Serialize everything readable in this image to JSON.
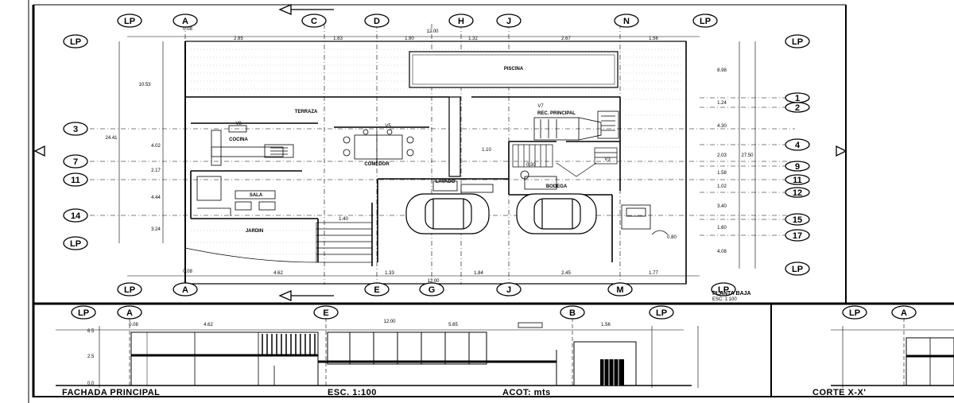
{
  "plan": {
    "grid_top": [
      "LP",
      "A",
      "C",
      "D",
      "H",
      "J",
      "N",
      "LP"
    ],
    "grid_bottom": [
      "LP",
      "A",
      "E",
      "G",
      "J",
      "M",
      "LP"
    ],
    "grid_left": [
      "LP",
      "3",
      "7",
      "11",
      "14",
      "LP"
    ],
    "grid_right": [
      "LP",
      "1",
      "2",
      "4",
      "9",
      "11",
      "12",
      "15",
      "17",
      "LP"
    ],
    "dims_top": [
      "0.08",
      "12.00",
      "2.85",
      "1.83",
      "1.90",
      "1.32",
      "2.67",
      "1.56"
    ],
    "dims_bottom": [
      "0.08",
      "4.62",
      "1.33",
      "12.00",
      "1.84",
      "2.45",
      "1.77"
    ],
    "dims_left": [
      "10.53",
      "24.41",
      "4.02",
      "2.17",
      "4.44",
      "3.24"
    ],
    "dims_right": [
      "8.98",
      "1.24",
      "4.30",
      "2.03",
      "27.50",
      "1.58",
      "1.02",
      "3.40",
      "1.60",
      "4.08"
    ],
    "rooms": {
      "pool": "PISCINA",
      "terrace": "TERRAZA",
      "master_bedroom": "REC. PRINCIPAL",
      "kitchen": "COCINA",
      "dining": "COMEDOR",
      "laundry": "LAVADO",
      "storage": "BODEGA",
      "living": "SALA",
      "garden": "JARDIN"
    },
    "labels": {
      "v8": "V8",
      "v5": "V5",
      "v7": "V7",
      "v3": "V3",
      "tag_1": "1.10",
      "tag_2": "0.30",
      "tag_3": "1.40",
      "tag_4": "0.80"
    },
    "caption": [
      "PLANTA BAJA",
      "ESC. 1:100"
    ]
  },
  "facade": {
    "grid": [
      "LP",
      "A",
      "E",
      "B",
      "LP"
    ],
    "dims": [
      "0.08",
      "4.62",
      "12.00",
      "5.65",
      "1.56"
    ],
    "levels": [
      "6.5",
      "2.5",
      "0.0"
    ],
    "title": "FACHADA PRINCIPAL",
    "scale": "ESC. 1:100",
    "units": "ACOT: mts"
  },
  "section": {
    "grid": [
      "LP",
      "A"
    ],
    "title": "CORTE  X-X'"
  }
}
